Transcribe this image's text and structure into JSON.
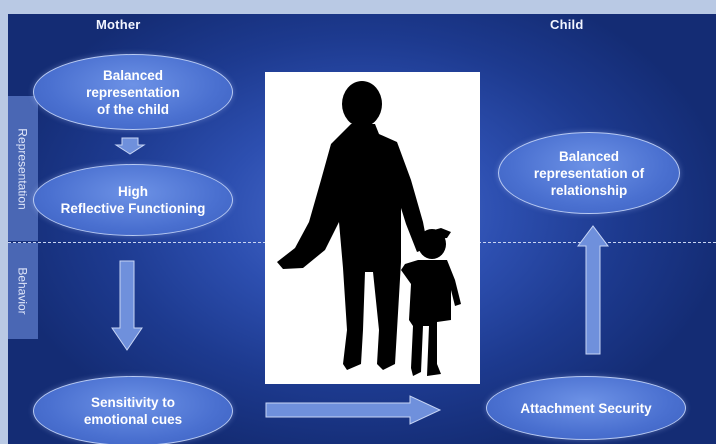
{
  "headers": {
    "mother": "Mother",
    "child": "Child"
  },
  "side_labels": {
    "representation": "Representation",
    "behavior": "Behavior"
  },
  "nodes": {
    "balanced_representation_child": "Balanced\nrepresentation\nof the child",
    "high_reflective_functioning": "High\nReflective Functioning",
    "sensitivity_to_emotional_cues": "Sensitivity to\nemotional cues",
    "attachment_security": "Attachment Security",
    "balanced_representation_relationship": "Balanced\nrepresentation of\nrelationship"
  },
  "colors": {
    "background": "#1d3a8f",
    "ellipse_fill": "#4a70d0",
    "arrow_fill": "#6f90dc",
    "silhouette": "#000000"
  }
}
